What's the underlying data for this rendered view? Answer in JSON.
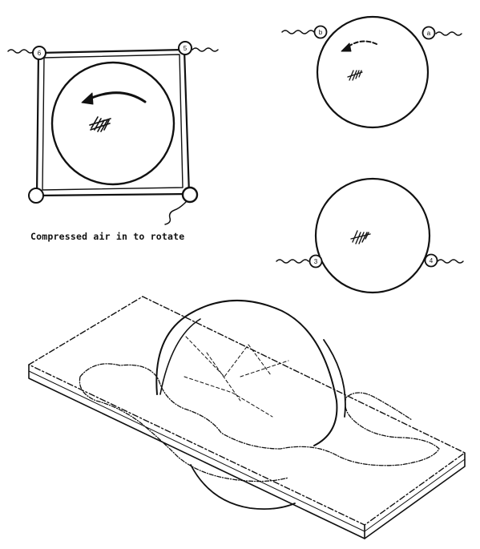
{
  "diagram": {
    "caption": "Compressed air in to rotate",
    "node_labels": {
      "frame_top_left": "6",
      "frame_top_right": "5",
      "wheel_top_left": "b",
      "wheel_top_right": "a",
      "wheel_bottom_left": "3",
      "wheel_bottom_right": "4"
    }
  }
}
